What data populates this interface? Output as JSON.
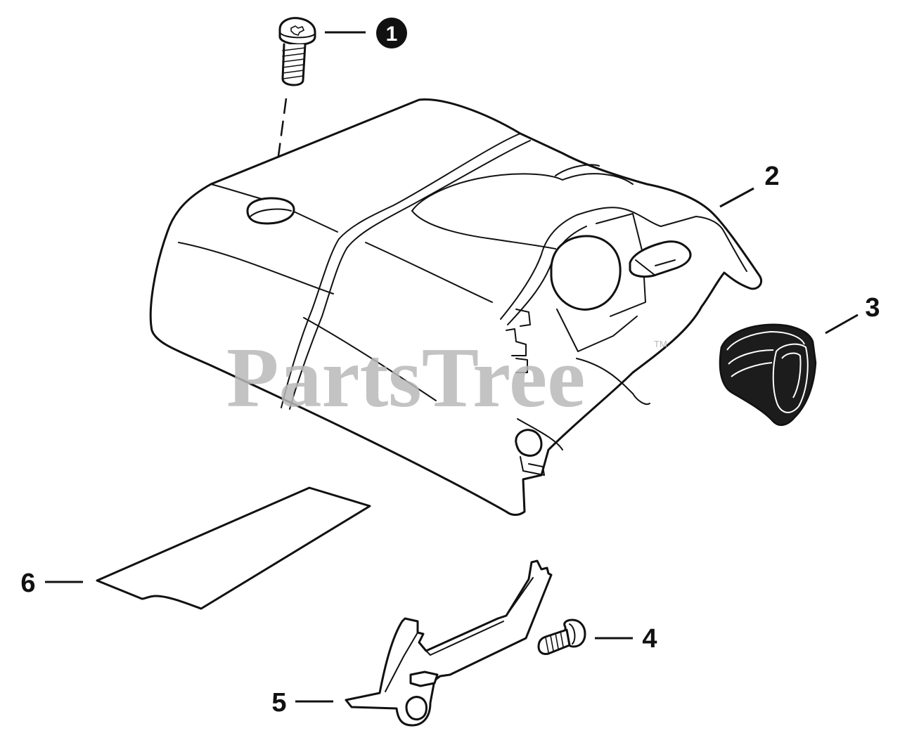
{
  "watermark": {
    "text": "PartsTree",
    "tm": "TM"
  },
  "callouts": [
    {
      "id": "1",
      "label": "1",
      "style": "circled"
    },
    {
      "id": "2",
      "label": "2",
      "style": "plain"
    },
    {
      "id": "3",
      "label": "3",
      "style": "plain"
    },
    {
      "id": "4",
      "label": "4",
      "style": "plain"
    },
    {
      "id": "5",
      "label": "5",
      "style": "plain"
    },
    {
      "id": "6",
      "label": "6",
      "style": "plain"
    }
  ]
}
